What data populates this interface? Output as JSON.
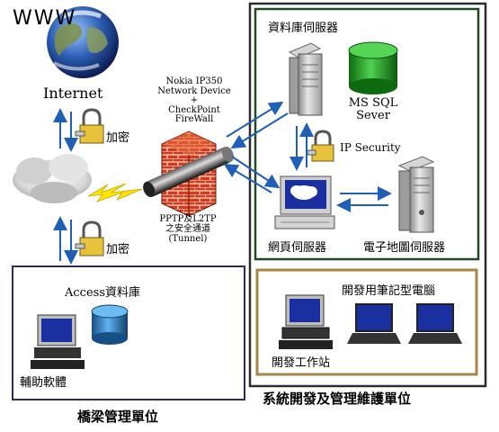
{
  "internet": {
    "www": "WWW",
    "label": "Internet"
  },
  "encrypt": {
    "top": "加密",
    "bottom": "加密"
  },
  "firewall": {
    "line1": "Nokia IP350",
    "line2": "Network Device",
    "line3": "+",
    "line4": "CheckPoint",
    "line5": "FireWall"
  },
  "tunnel": {
    "line1": "PPTP及L2TP",
    "line2": "之安全通道",
    "line3": "(Tunnel)"
  },
  "db_server": {
    "title": "資料庫伺服器",
    "db_line1": "MS SQL",
    "db_line2": "Sever"
  },
  "ip_security": "IP Security",
  "web_server": "網頁伺服器",
  "map_server": "電子地圖伺服器",
  "dev": {
    "laptops": "開發用筆記型電腦",
    "workstation": "開發工作站"
  },
  "right_unit": "系統開發及管理維護單位",
  "left_unit": {
    "access_db": "Access資料庫",
    "software": "輔助軟體",
    "name": "橋梁管理單位"
  },
  "colors": {
    "arrow": "#1f5fb5",
    "right_border": "#2d2d2d",
    "db_group_border": "#1f4a1f",
    "dev_border": "#a8864a",
    "left_border": "#2c2c5c",
    "brick": "#d23a1a",
    "green_db": "#1fa81f",
    "blue_db": "#2f86c9"
  }
}
